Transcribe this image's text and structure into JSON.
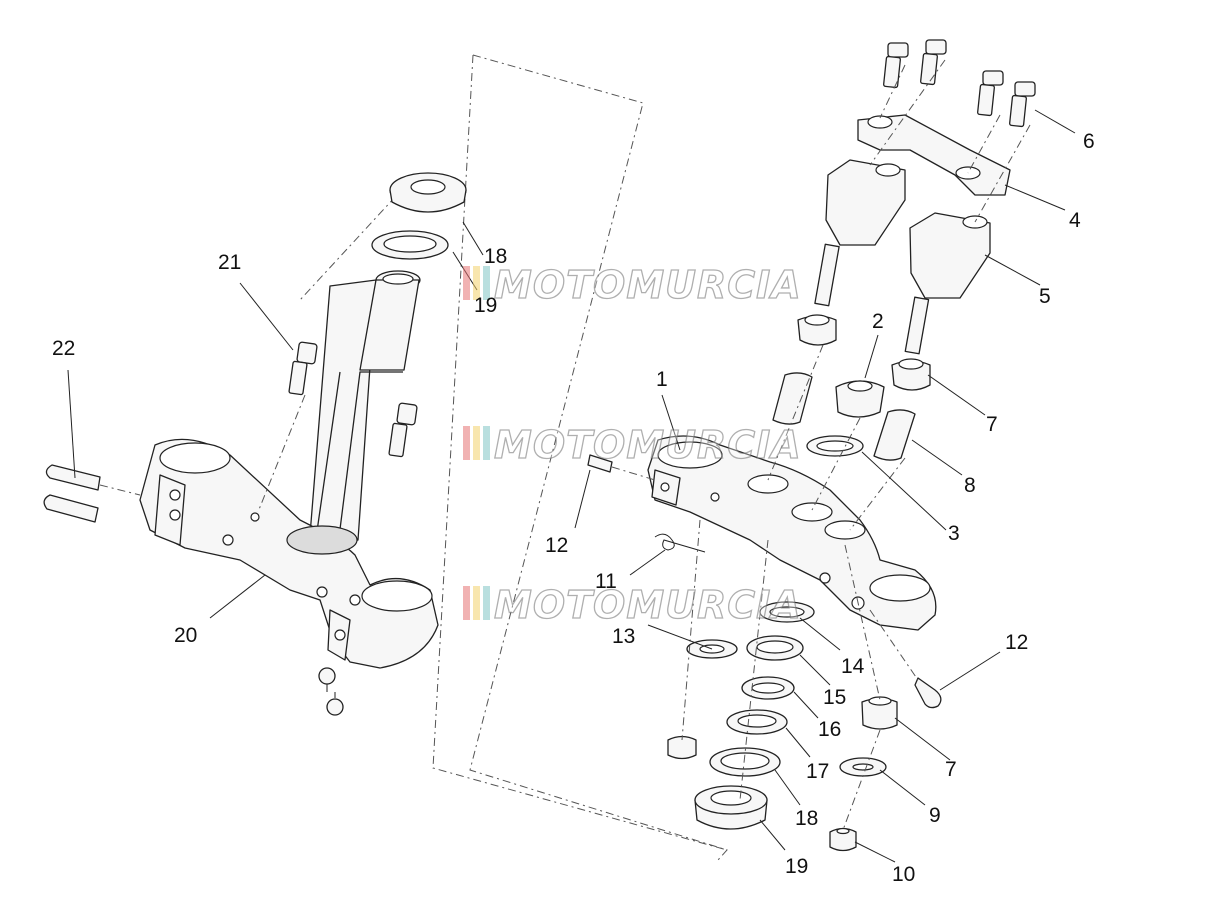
{
  "callouts": {
    "c1": "1",
    "c2": "2",
    "c3": "3",
    "c4": "4",
    "c5": "5",
    "c6": "6",
    "c7a": "7",
    "c7b": "7",
    "c8": "8",
    "c9": "9",
    "c10": "10",
    "c11": "11",
    "c12a": "12",
    "c12b": "12",
    "c13": "13",
    "c14": "14",
    "c15": "15",
    "c16": "16",
    "c17": "17",
    "c18a": "18",
    "c18b": "18",
    "c19a": "19",
    "c19b": "19",
    "c20": "20",
    "c21": "21",
    "c22": "22"
  },
  "watermark": {
    "text": "MOTOMURCIA"
  },
  "colors": {
    "line": "#222222",
    "fill": "#f7f7f7",
    "watermark_red": "#e57373",
    "watermark_yellow": "#f2d26b",
    "watermark_teal": "#7fc4c4"
  }
}
